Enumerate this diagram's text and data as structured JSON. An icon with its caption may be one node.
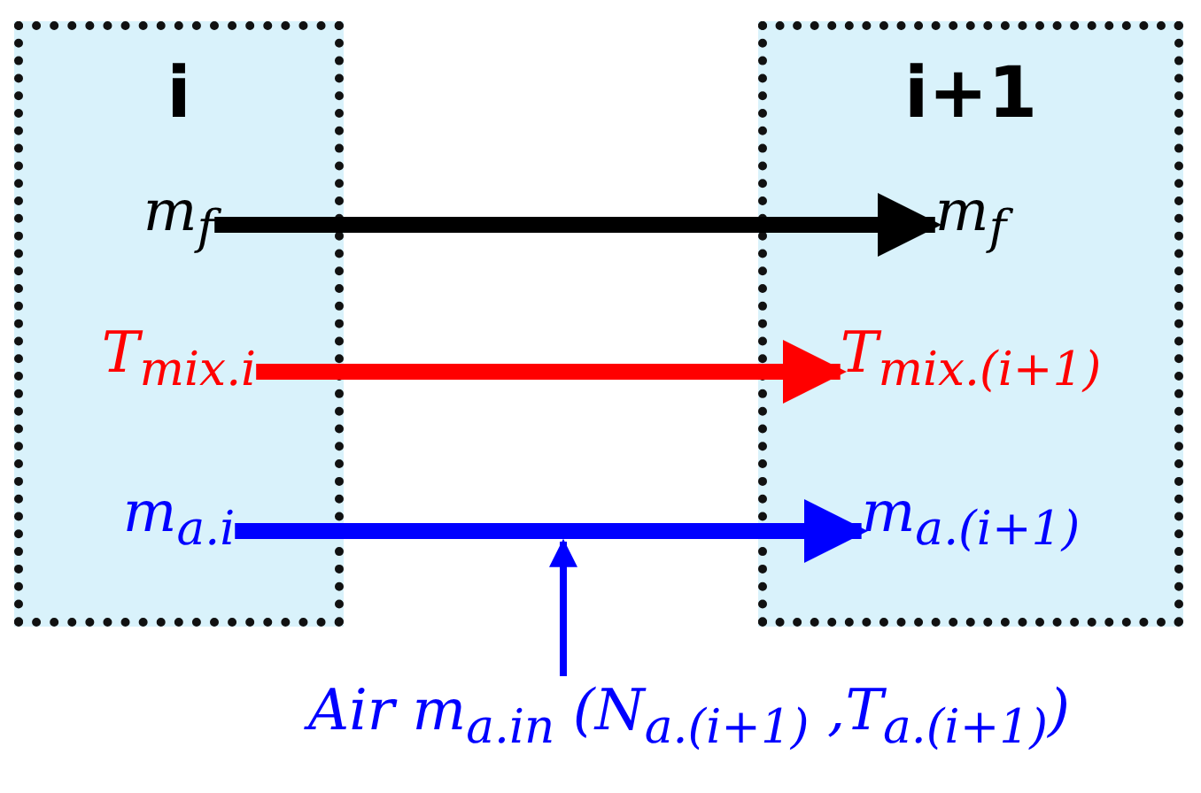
{
  "diagram": {
    "nodes": [
      {
        "text": [
          "i"
        ]
      },
      {
        "text": [
          "m$_{f}$"
        ],
        "in": 0
      },
      {
        "text": [
          "T$_{mix.i}$"
        ],
        "in": 0
      },
      {
        "text": [
          "m$_{a.i}$"
        ],
        "in": 0
      },
      {
        "text": [
          "i+1"
        ]
      },
      {
        "text": [
          "m$_{f}$"
        ],
        "in": 4
      },
      {
        "text": [
          "T$_{mix.(i+1)}$"
        ],
        "in": 4
      },
      {
        "text": [
          "m$_{a.(i+1)}$"
        ],
        "in": 4
      },
      {
        "text": [
          "Air m$_{a.in}$ (N$_{a.(i+1)}$ ,T$_{a.(i+1)}$)"
        ]
      }
    ],
    "edges": [
      {
        "from": 1,
        "to": 5,
        "arrow": "to",
        "color": "#000000"
      },
      {
        "from": 2,
        "to": 6,
        "arrow": "to",
        "color": "#ff0000"
      },
      {
        "from": 3,
        "to": 7,
        "arrow": "to",
        "color": "#0000ff"
      },
      {
        "from": 8,
        "to": null,
        "arrow": "to",
        "color": "#0000ff"
      }
    ]
  }
}
